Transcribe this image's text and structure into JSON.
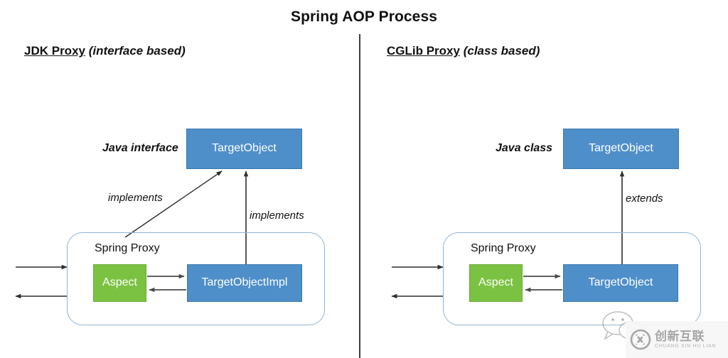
{
  "title": "Spring AOP Process",
  "divider": {
    "name": "vertical-divider"
  },
  "left_panel": {
    "heading_name": "JDK Proxy",
    "heading_qualifier": "(interface based)",
    "top_label": "Java interface",
    "top_box": "TargetObject",
    "proxy_label": "Spring Proxy",
    "aspect_box": "Aspect",
    "target_box": "TargetObjectImpl",
    "edge_label_diagonal": "implements",
    "edge_label_vertical": "implements"
  },
  "right_panel": {
    "heading_name": "CGLib Proxy",
    "heading_qualifier": "(class based)",
    "top_label": "Java class",
    "top_box": "TargetObject",
    "proxy_label": "Spring Proxy",
    "aspect_box": "Aspect",
    "target_box": "TargetObject",
    "edge_label_vertical": "extends"
  },
  "watermark": {
    "brand_cn": "创新互联",
    "brand_en": "CHUANG XIN HU LIAN"
  },
  "colors": {
    "box_blue": "#4f8fc9",
    "box_green": "#7cc242",
    "proxy_border": "#8fb4d9",
    "arrow": "#404040",
    "text_dark": "#111111"
  }
}
